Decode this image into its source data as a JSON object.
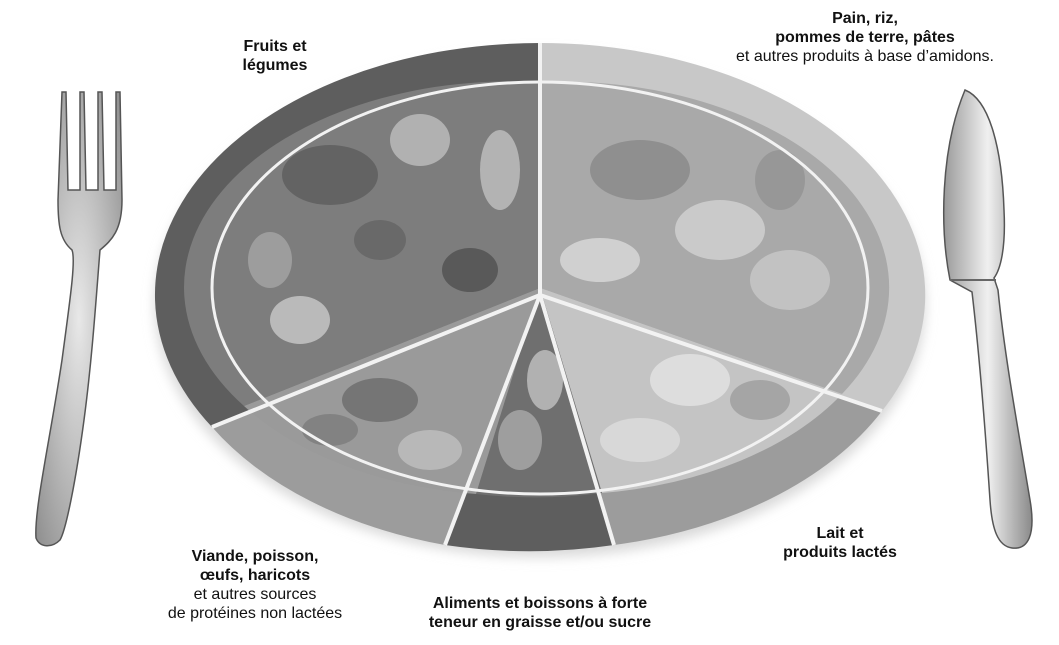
{
  "sections": {
    "fruits": {
      "title_line1": "Fruits et",
      "title_line2": "légumes"
    },
    "pain": {
      "title_line1": "Pain, riz,",
      "title_line2": "pommes de terre, pâtes",
      "subtitle": "et autres produits à base d’amidons."
    },
    "lait": {
      "title_line1": "Lait et",
      "title_line2": "produits lactés"
    },
    "viande": {
      "title_line1": "Viande, poisson,",
      "title_line2": "œufs, haricots",
      "subtitle_line1": "et autres sources",
      "subtitle_line2": "de protéines non lactées"
    },
    "aliments": {
      "title_line1": "Aliments et boissons à forte",
      "title_line2": "teneur en graisse et/ou sucre"
    }
  },
  "colors": {
    "rim": "#8a8a8a",
    "rim_light": "#c8c8c8",
    "rim_mid": "#9c9c9c",
    "rim_dark": "#5e5e5e",
    "divider": "#f2f2f2",
    "food_fruits": "#7d7d7d",
    "food_pain": "#a9a9a9",
    "food_lait": "#c4c4c4",
    "food_viande": "#9a9a9a",
    "food_aliments": "#6f6f6f",
    "cutlery": "#b5b5b5"
  },
  "icons": [
    "fork-icon",
    "knife-icon"
  ]
}
